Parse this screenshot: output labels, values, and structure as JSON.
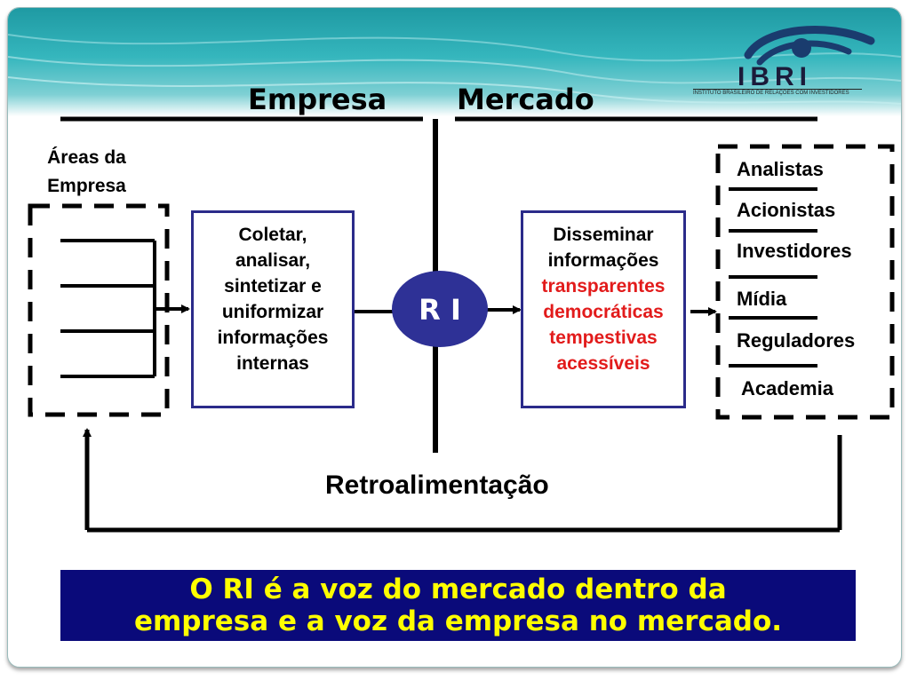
{
  "headings": {
    "empresa": "Empresa",
    "mercado": "Mercado"
  },
  "logo": {
    "acronym": "IBRI",
    "subtitle": "INSTITUTO BRASILEIRO DE RELAÇÕES COM INVESTIDORES"
  },
  "left_label": {
    "line1": "Áreas da",
    "line2": "Empresa"
  },
  "collect_box": {
    "lines": [
      "Coletar,",
      "analisar,",
      "sintetizar e",
      "uniformizar",
      "informações",
      "internas"
    ]
  },
  "ri_circle": {
    "label": "R I"
  },
  "disseminate_box": {
    "line1": "Disseminar",
    "line2": "informações",
    "highlight": [
      "transparentes",
      "democráticas",
      "tempestivas",
      "acessíveis"
    ]
  },
  "audiences": [
    "Analistas",
    "Acionistas",
    "Investidores",
    "Mídia",
    "Reguladores",
    "Academia"
  ],
  "feedback_label": "Retroalimentação",
  "banner": {
    "line1": "O RI é a voz do mercado dentro da",
    "line2": "empresa e a voz da empresa no mercado."
  },
  "colors": {
    "box_border": "#2b2b8a",
    "circle": "#2e3196",
    "highlight_text": "#e21b1b",
    "banner_bg": "#0a0a7a",
    "banner_text": "#ffff00",
    "header": "#1f9aa3"
  }
}
